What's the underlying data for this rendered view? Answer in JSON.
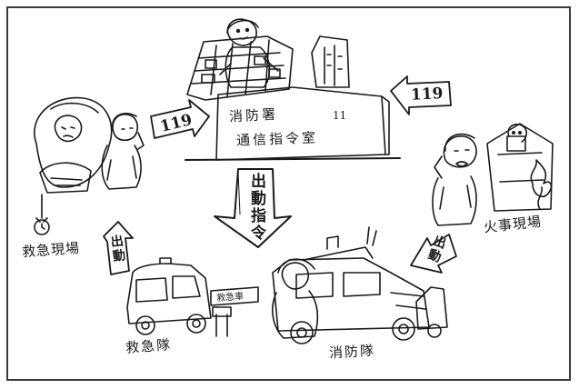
{
  "center": {
    "line1": "消防署",
    "line2": "通信指令室",
    "mark": "11"
  },
  "calls": {
    "left": "119",
    "right": "119"
  },
  "dispatch_order": "出動指令",
  "dispatch_left": "出動",
  "dispatch_right": "出動",
  "sites": {
    "emergency": "救急現場",
    "fire": "火事現場"
  },
  "units": {
    "ambulance": "救急隊",
    "fire": "消防隊",
    "vehicle_sign": "救急車"
  },
  "colors": {
    "ink": "#1a1a1a",
    "paper": "#ffffff"
  }
}
